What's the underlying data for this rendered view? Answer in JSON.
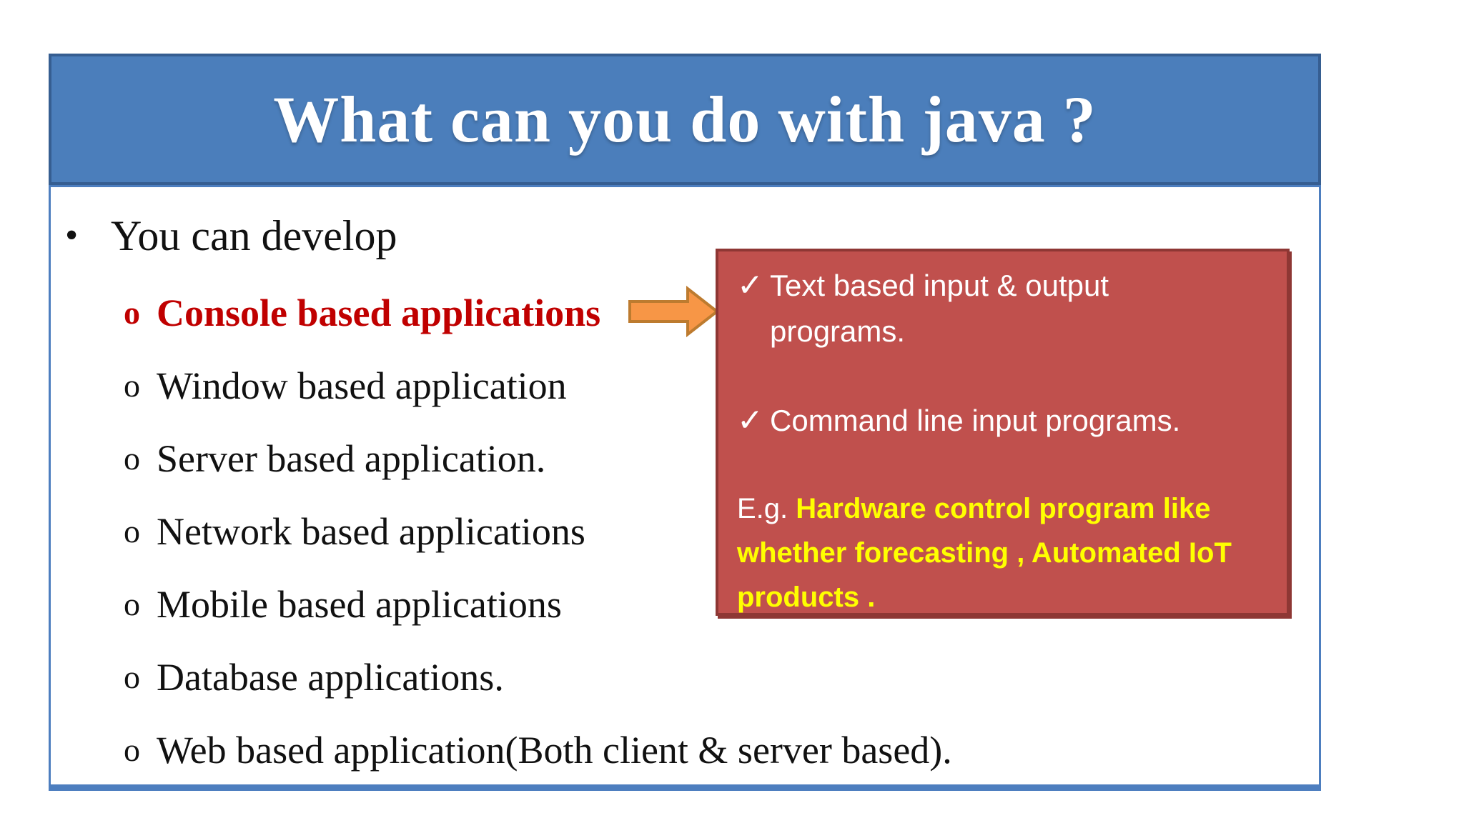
{
  "slide": {
    "title": "What can you do with java ?"
  },
  "list": {
    "bullet": "•",
    "marker": "o",
    "heading": "You can develop",
    "items": [
      {
        "label": "Console based applications"
      },
      {
        "label": "Window based application"
      },
      {
        "label": "Server based application."
      },
      {
        "label": "Network based applications"
      },
      {
        "label": "Mobile based applications"
      },
      {
        "label": "Database applications."
      },
      {
        "label": "Web based application(Both client & server based)."
      }
    ]
  },
  "callout": {
    "checkmark": "✓",
    "points": [
      "Text based input & output programs.",
      "Command line input programs."
    ],
    "example_prefix": "E.g.",
    "example_text": "Hardware control program like whether forecasting , Automated IoT products ."
  },
  "colors": {
    "title_bar_fill": "#4b7ebb",
    "title_bar_border": "#365e91",
    "content_border": "#4d7ebf",
    "highlight_text": "#c00000",
    "callout_fill": "#c0504d",
    "callout_border": "#8e3734",
    "callout_example_color": "#ffff00",
    "arrow_fill": "#f79646",
    "arrow_border": "#bd7b2f"
  }
}
